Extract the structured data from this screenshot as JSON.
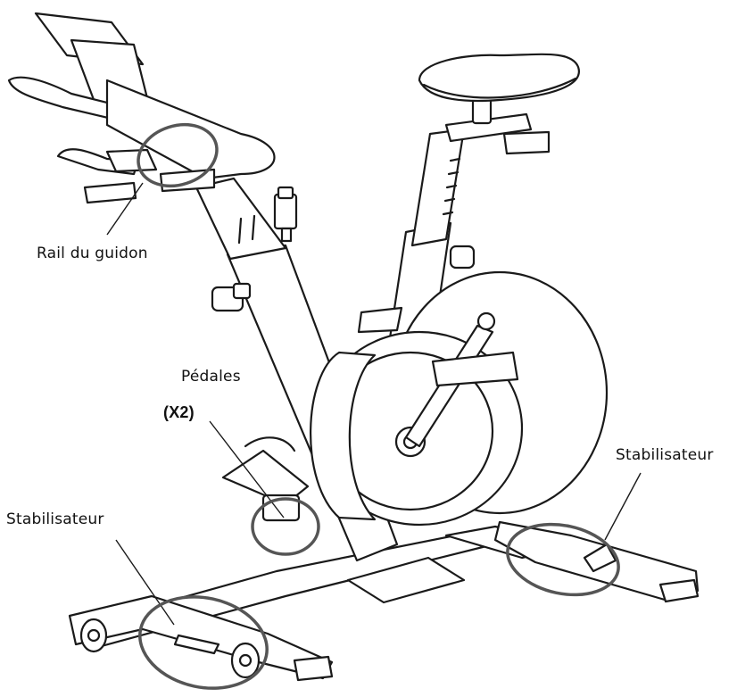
{
  "labels": {
    "handlebar_rail": "Rail du guidon",
    "pedals": "Pédales",
    "pedals_qty": "(X2)",
    "stabilizer_right": "Stabilisateur",
    "stabilizer_left": "Stabilisateur"
  },
  "colors": {
    "line": "#1a1a1a",
    "highlight_ring": "#555555",
    "background": "#ffffff"
  }
}
